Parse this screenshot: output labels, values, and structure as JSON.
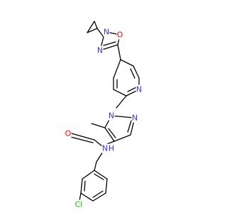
{
  "structure": {
    "atom_labels": {
      "n_oxadiazole": "N",
      "o_oxadiazole": "O",
      "n_oxadiazole_lower": "N",
      "n_pyridine": "N",
      "n1_pyrazole": "N",
      "n2_pyrazole": "N",
      "o_carbonyl": "O",
      "n_amide": "N",
      "h_amide": "H",
      "cl": "Cl"
    },
    "colors": {
      "bond": "#000000",
      "nitrogen": "#3333ff",
      "oxygen": "#ff0000",
      "chlorine": "#1fae1f",
      "carbon": "#000000"
    }
  }
}
